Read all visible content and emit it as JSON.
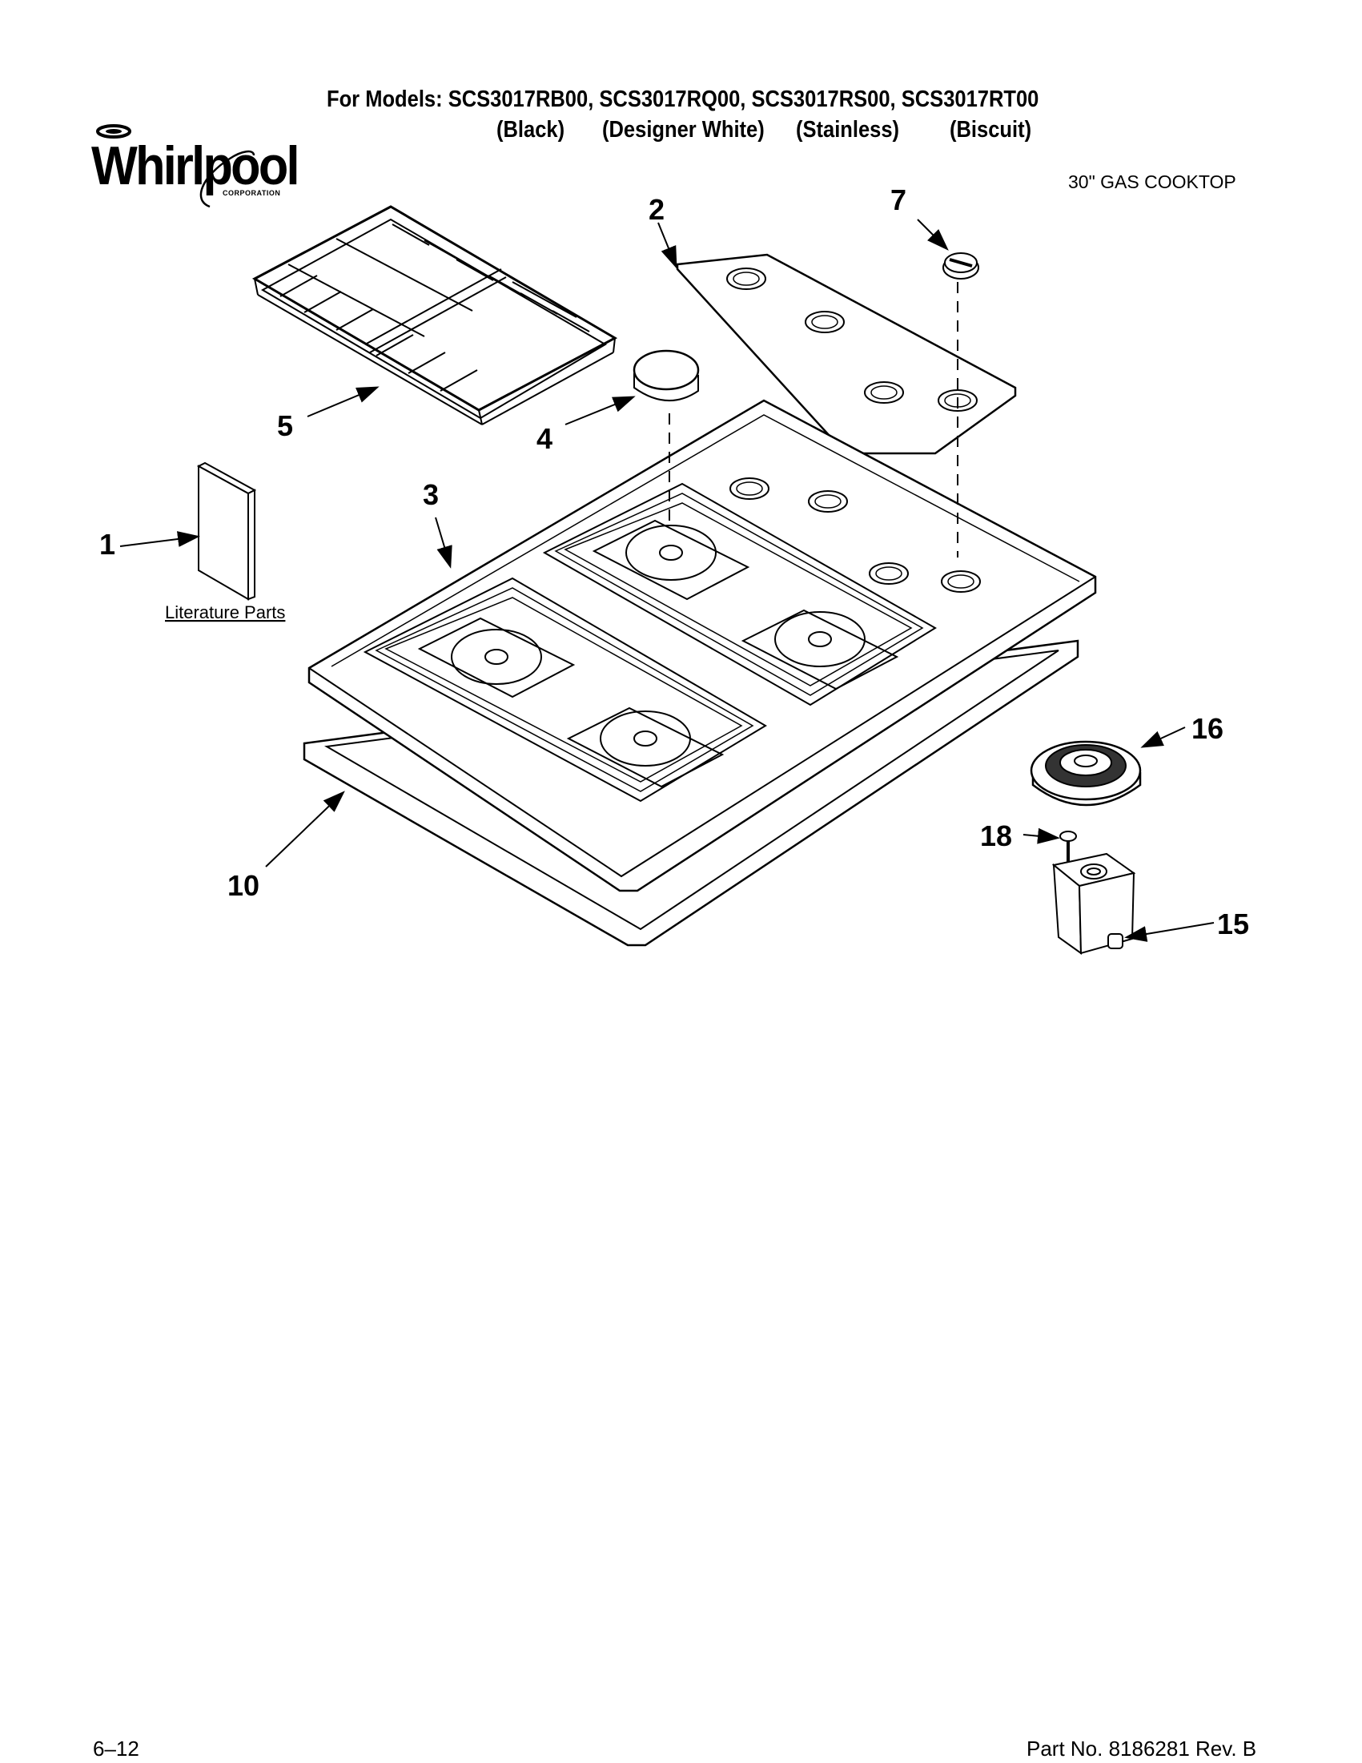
{
  "header": {
    "models_label": "For Models: SCS3017RB00, SCS3017RQ00, SCS3017RS00, SCS3017RT00",
    "colors": [
      "(Black)",
      "(Designer White)",
      "(Stainless)",
      "(Biscuit)"
    ],
    "product": "30\" GAS COOKTOP"
  },
  "logo": {
    "word": "Whirlpool",
    "corporation": "CORPORATION"
  },
  "diagram": {
    "literature_label": "Literature Parts",
    "callouts": {
      "c1": "1",
      "c2": "2",
      "c3": "3",
      "c4": "4",
      "c5": "5",
      "c7": "7",
      "c10": "10",
      "c15": "15",
      "c16": "16",
      "c18": "18"
    }
  },
  "footer": {
    "date": "6–12",
    "part_no": "Part No. 8186281 Rev. B"
  }
}
